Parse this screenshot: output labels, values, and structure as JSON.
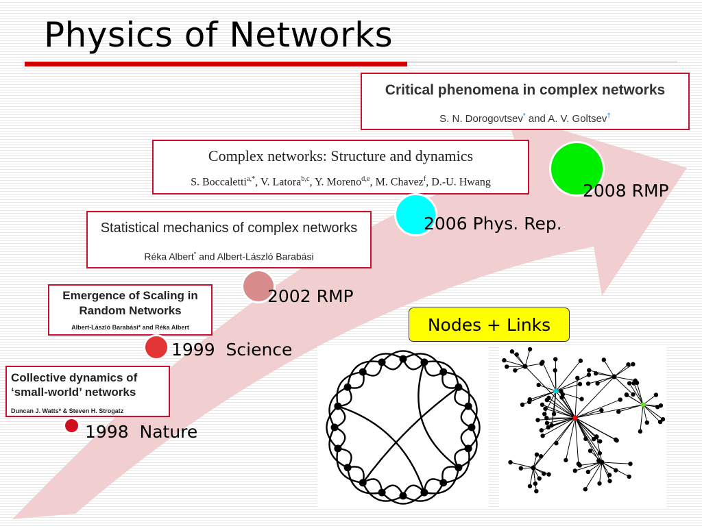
{
  "title": "Physics of Networks",
  "papers": [
    {
      "title": "Collective dynamics of ‘small-world’ networks",
      "title_l1": "Collective dynamics of",
      "title_l2": "‘small-world’ networks",
      "authors": "Duncan J. Watts* & Steven H. Strogatz"
    },
    {
      "title_l1": "Emergence of Scaling in",
      "title_l2": "Random Networks",
      "authors": "Albert-László Barabási* and Réka Albert"
    },
    {
      "title": "Statistical mechanics of complex networks",
      "authors_main": "Réka Albert",
      "authors_rest": " and Albert-László Barabási"
    },
    {
      "title": "Complex networks: Structure and dynamics",
      "authors": "S. Boccaletti, V. Latora, Y. Moreno, M. Chavez, D.-U. Hwang"
    },
    {
      "title": "Critical phenomena in complex networks",
      "author1": "S. N. Dorogovtsev",
      "author2": " and A. V. Goltsev"
    }
  ],
  "milestones": [
    {
      "label": "1998  Nature",
      "color": "#d10e1e"
    },
    {
      "label": "1999  Science",
      "color": "#e33436"
    },
    {
      "label": "2002 RMP",
      "color": "#d98c8c"
    },
    {
      "label": "2006 Phys. Rep.",
      "color": "#00ffff"
    },
    {
      "label": "2008 RMP",
      "color": "#00ee00"
    }
  ],
  "callout": "Nodes + Links",
  "colors": {
    "accent_red": "#d20000",
    "arrow_fill": "#f1cfd1",
    "callout_bg": "#ffff00"
  }
}
